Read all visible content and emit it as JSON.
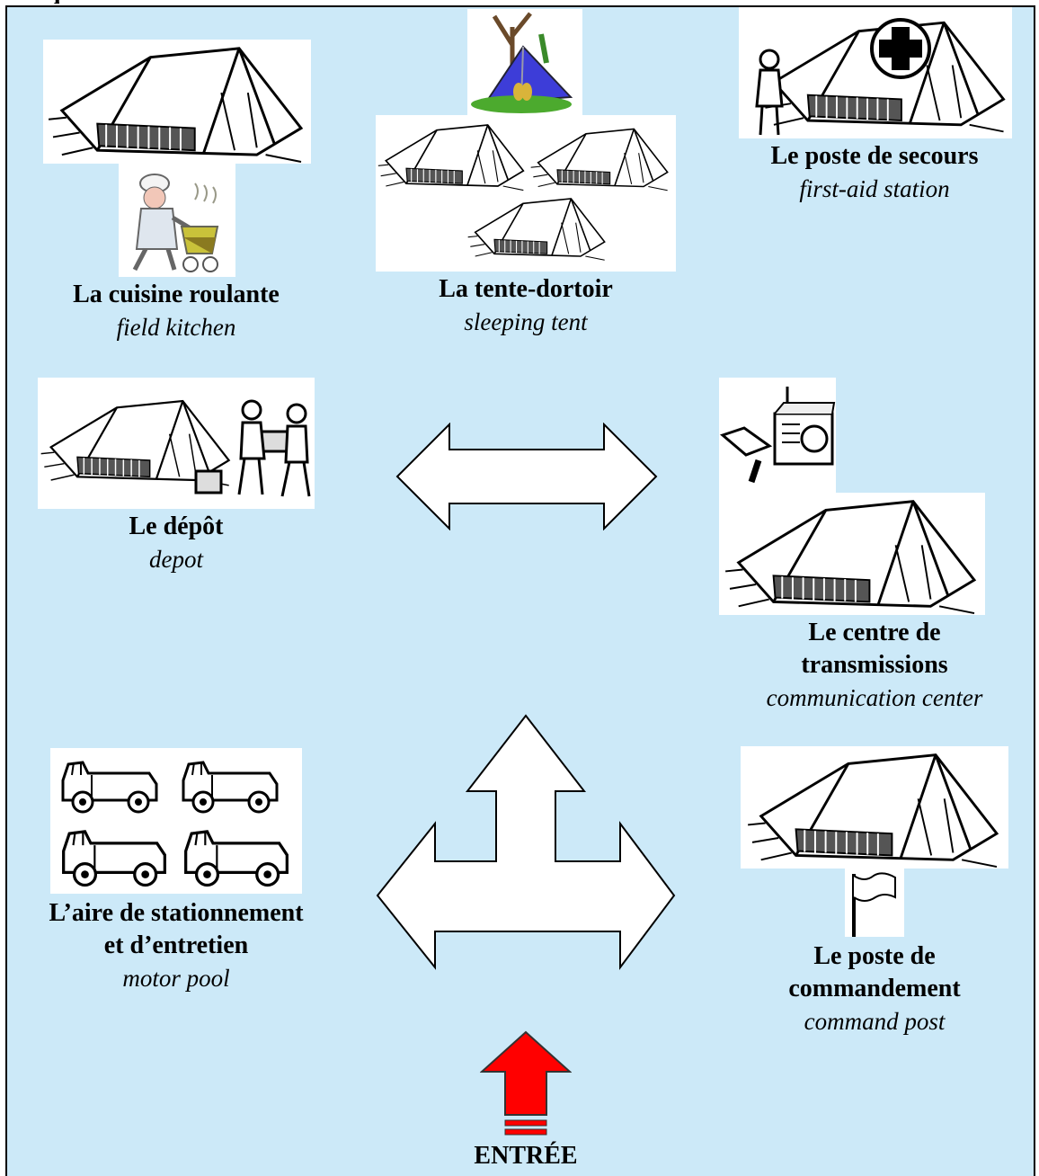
{
  "heading_fragment": "p",
  "stations": {
    "field_kitchen": {
      "fr": "La cuisine roulante",
      "en": "field kitchen"
    },
    "sleeping_tent": {
      "fr": "La tente-dortoir",
      "en": "sleeping tent"
    },
    "first_aid": {
      "fr": "Le poste de secours",
      "en": "first-aid station"
    },
    "depot": {
      "fr": "Le dépôt",
      "en": "depot"
    },
    "comm_center": {
      "fr_line1": "Le centre de",
      "fr_line2": "transmissions",
      "en": "communication center"
    },
    "motor_pool": {
      "fr_line1": "L’aire de stationnement",
      "fr_line2": "et d’entretien",
      "en": "motor pool"
    },
    "command_post": {
      "fr_line1": "Le poste de",
      "fr_line2": "commandement",
      "en": "command post"
    }
  },
  "entrance": {
    "label": "ENTRÉE"
  },
  "colors": {
    "background": "#cce9f8",
    "entrance_arrow": "#ff0000",
    "arrows": "#ffffff"
  },
  "icons": [
    "tent-icon",
    "cook-icon",
    "camp-tent-icon",
    "medic-icon",
    "red-cross-icon",
    "soldiers-carrying-icon",
    "radio-icon",
    "jeep-icon",
    "flag-icon",
    "double-arrow-icon",
    "tee-arrow-icon",
    "entrance-arrow-icon"
  ]
}
